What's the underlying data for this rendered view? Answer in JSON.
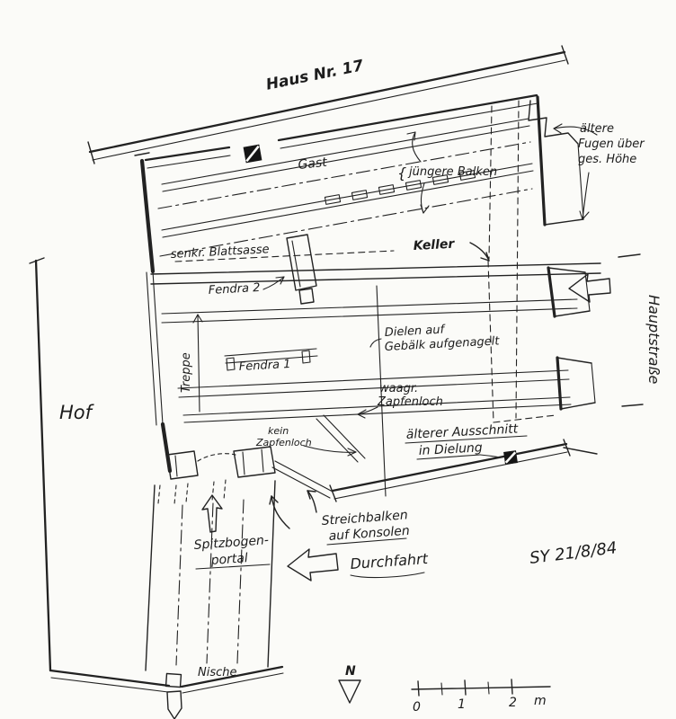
{
  "colors": {
    "ink": "#222222",
    "paper": "#fbfbf8"
  },
  "labels": {
    "haus_nr": "Haus Nr. 17",
    "hauptstrasse": "Hauptstraße",
    "hof": "Hof",
    "gast": "Gast",
    "brace": "{",
    "juengere_balken": "jüngere Balken",
    "aeltere_fugen_1": "ältere",
    "aeltere_fugen_2": "Fugen über",
    "aeltere_fugen_3": "ges. Höhe",
    "senkr_blattsasse": "senkr. Blattsasse",
    "keller": "Keller",
    "fendra_2": "Fendra 2",
    "treppe": "Treppe",
    "fendra_1": "Fendra 1",
    "dielen_1": "Dielen auf",
    "dielen_2": "Gebälk aufgenagelt",
    "waagr_1": "waagr.",
    "waagr_2": "Zapfenloch",
    "kein_1": "kein",
    "kein_2": "Zapfenloch",
    "ausschnitt_1": "älterer Ausschnitt",
    "ausschnitt_2": "in Dielung",
    "streichbalken_1": "Streichbalken",
    "streichbalken_2": "auf Konsolen",
    "spitzbogen_1": "Spitzbogen-",
    "spitzbogen_2": "portal",
    "durchfahrt": "Durchfahrt",
    "nische": "Nische",
    "signature": "SY 21/8/84",
    "north": "N"
  },
  "scalebar": {
    "zero": "0",
    "one": "1",
    "two": "2",
    "unit": "m"
  }
}
